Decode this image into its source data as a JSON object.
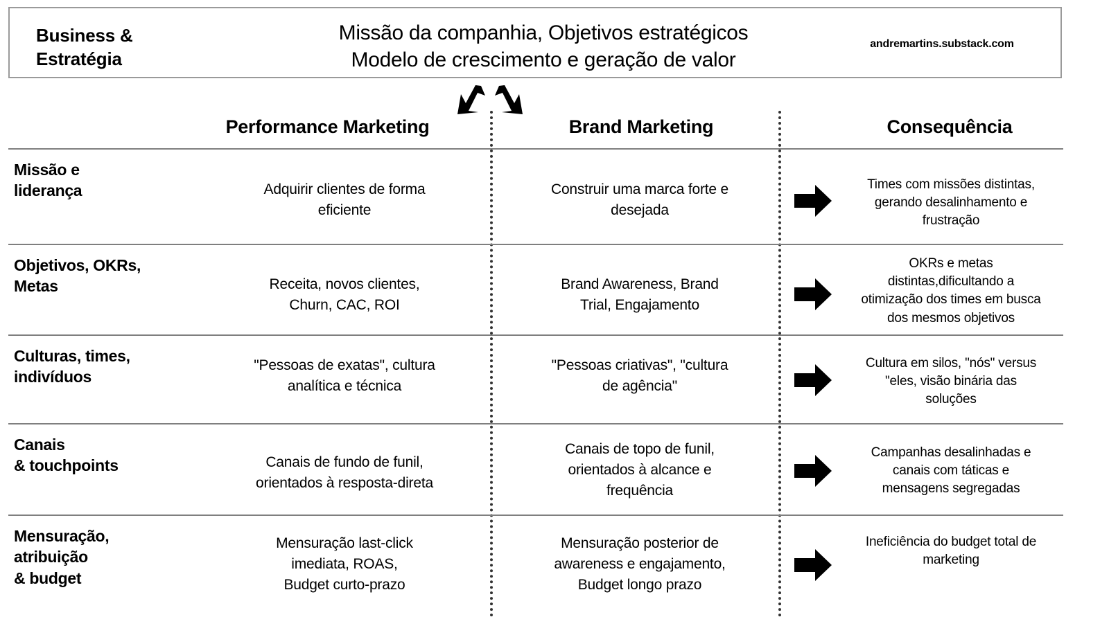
{
  "header": {
    "left_title_lines": [
      "Business &",
      "Estratégia"
    ],
    "center_lines": [
      "Missão da companhia, Objetivos estratégicos",
      "Modelo de crescimento e geração de valor"
    ],
    "source_url": "andremartins.substack.com",
    "arrows": [
      "arrow-down-left",
      "arrow-down-right"
    ]
  },
  "columns": {
    "label_column_header": "",
    "performance": "Performance Marketing",
    "brand": "Brand Marketing",
    "consequence": "Consequência"
  },
  "rows": [
    {
      "label_lines": [
        "Missão e",
        "liderança"
      ],
      "performance_lines": [
        "Adquirir clientes de forma",
        "eficiente"
      ],
      "brand_lines": [
        "Construir uma marca forte e",
        "desejada"
      ],
      "consequence_lines": [
        "Times com missões distintas,",
        "gerando desalinhamento e",
        "frustração"
      ]
    },
    {
      "label_lines": [
        "Objetivos, OKRs,",
        "Metas"
      ],
      "performance_lines": [
        "Receita, novos clientes,",
        "Churn, CAC, ROI"
      ],
      "brand_lines": [
        "Brand Awareness, Brand",
        "Trial, Engajamento"
      ],
      "consequence_lines": [
        "OKRs e metas",
        "distintas,dificultando a",
        "otimização dos times em busca",
        "dos mesmos objetivos"
      ]
    },
    {
      "label_lines": [
        "Culturas, times,",
        "indivíduos"
      ],
      "performance_lines": [
        "\"Pessoas de exatas\", cultura",
        "analítica e técnica"
      ],
      "brand_lines": [
        "\"Pessoas criativas\", \"cultura",
        "de agência\""
      ],
      "consequence_lines": [
        "Cultura em silos, \"nós\" versus",
        "\"eles, visão binária das",
        "soluções"
      ]
    },
    {
      "label_lines": [
        "Canais",
        "& touchpoints"
      ],
      "performance_lines": [
        "Canais de fundo de funil,",
        "orientados à resposta-direta"
      ],
      "brand_lines": [
        "Canais de topo de funil,",
        "orientados à alcance e",
        "frequência"
      ],
      "consequence_lines": [
        "Campanhas desalinhadas e",
        "canais com táticas e",
        "mensagens segregadas"
      ]
    },
    {
      "label_lines": [
        "Mensuração,",
        "atribuição",
        "& budget"
      ],
      "performance_lines": [
        "Mensuração last-click",
        "imediata, ROAS,",
        "Budget curto-prazo"
      ],
      "brand_lines": [
        "Mensuração posterior de",
        "awareness e engajamento,",
        "Budget longo prazo"
      ],
      "consequence_lines": [
        "Ineficiência do budget total de",
        "marketing"
      ]
    }
  ],
  "icons": {
    "consequence_arrow": "arrow-right-block"
  },
  "colors": {
    "background": "#ffffff",
    "text": "#000000",
    "rule": "#7f7f7f",
    "box_border": "#9a9a9a",
    "arrow_fill": "#000000",
    "dotted_divider": "#333333"
  }
}
